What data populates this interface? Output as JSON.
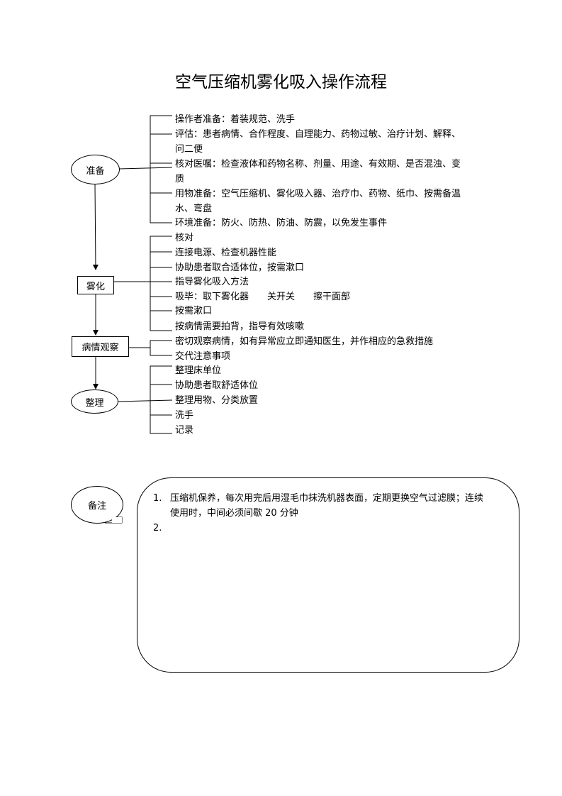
{
  "title": "空气压缩机雾化吸入操作流程",
  "nodes": {
    "prep": "准备",
    "atomize": "雾化",
    "observe": "病情观察",
    "tidy": "整理"
  },
  "prep_items": [
    "操作者准备：着装规范、洗手",
    "评估：患者病情、合作程度、自理能力、药物过敏、治疗计划、解释、",
    "问二便",
    "核对医嘱：检查液体和药物名称、剂量、用途、有效期、是否混浊、变",
    "质",
    "用物准备：空气压缩机、雾化吸入器、治疗巾、药物、纸巾、按需备温",
    "水、弯盘",
    "环境准备：防火、防热、防油、防震，以免发生事件"
  ],
  "atomize_items": [
    "核对",
    "连接电源、检查机器性能",
    "协助患者取合适体位，按需漱口",
    "指导雾化吸入方法",
    "吸毕：取下雾化器　　关开关　　擦干面部",
    "按需漱口",
    "按病情需要拍背，指导有效咳嗽"
  ],
  "observe_items": [
    "密切观察病情，如有异常应立即通知医生，并作相应的急救措施",
    "交代注意事项"
  ],
  "tidy_items": [
    "整理床单位",
    "协助患者取舒适体位",
    "整理用物、分类放置",
    "洗手",
    "记录"
  ],
  "notes": {
    "label": "备注",
    "num1": "1.",
    "item1_line1": "压缩机保养，每次用完后用湿毛巾抹洗机器表面，定期更换空气过滤膜；连续",
    "item1_line2": "使用时，中间必须间歇 20 分钟",
    "num2": "2."
  }
}
